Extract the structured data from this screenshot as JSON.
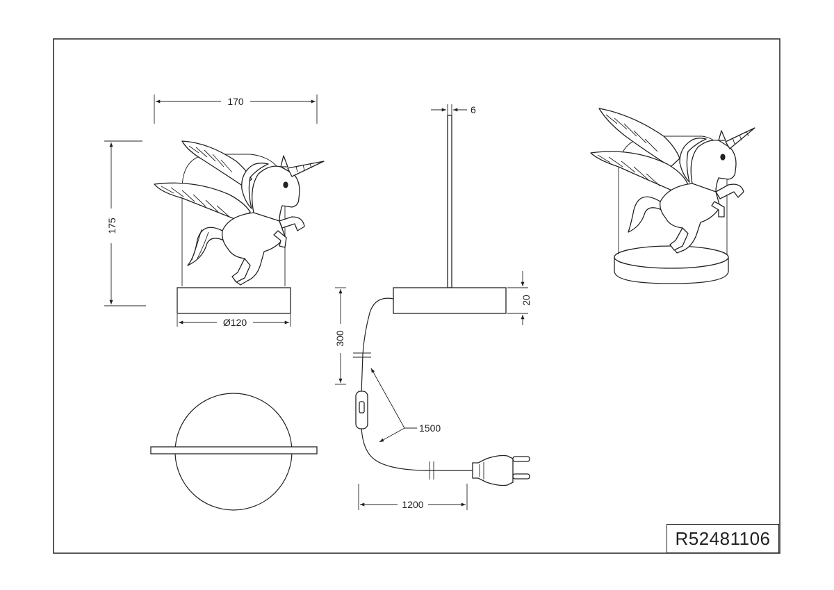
{
  "dimensions": {
    "width": "170",
    "height": "175",
    "base_diameter": "Ø120",
    "stem": "6",
    "base_height": "20",
    "cable_vertical": "300",
    "cable_total": "1500",
    "cable_horizontal": "1200"
  },
  "part_number": "R52481106"
}
